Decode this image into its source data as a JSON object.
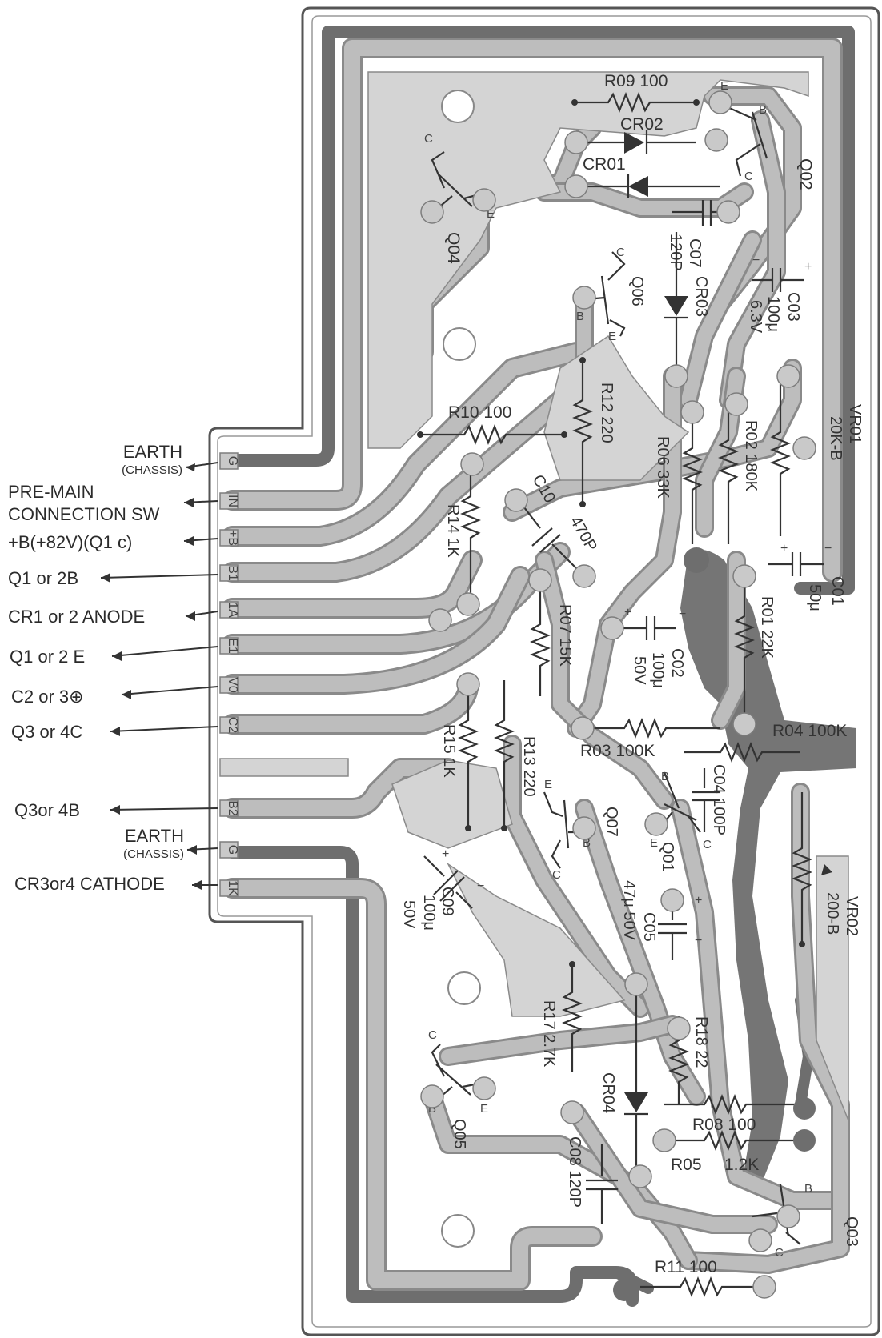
{
  "board": {
    "terminals": [
      {
        "pin": "G",
        "label": "EARTH",
        "sub": "(CHASSIS)"
      },
      {
        "pin": "IN",
        "label": "PRE-MAIN",
        "label2": "CONNECTION SW"
      },
      {
        "pin": "+B",
        "label": "+B(+82V)(Q1 c)"
      },
      {
        "pin": "B1",
        "label": "Q1 or 2B"
      },
      {
        "pin": "1A",
        "label": "CR1 or 2  ANODE"
      },
      {
        "pin": "E1",
        "label": "Q1 or 2 E"
      },
      {
        "pin": "V0",
        "label": "C2 or 3⊕"
      },
      {
        "pin": "C2",
        "label": "Q3 or 4C"
      },
      {
        "pin": "B2",
        "label": "Q3or 4B"
      },
      {
        "pin": "G",
        "label": "EARTH",
        "sub": "(CHASSIS)"
      },
      {
        "pin": "1K",
        "label": "CR3or4 CATHODE"
      }
    ]
  },
  "components": {
    "R09": "R09  100",
    "CR02": "CR02",
    "CR01": "CR01",
    "Q02": "Q02",
    "Q04": "Q04",
    "C07": "C07",
    "C07v": "120P",
    "CR03": "CR03",
    "Q06": "Q06",
    "C03": "C03",
    "C03v": "100μ",
    "C03v2": "6.3V",
    "R10": "R10  100",
    "R12": "R12  220",
    "R06": "R06  33K",
    "R02": "R02  180K",
    "VR01": "VR01",
    "VR01v": "20K-B",
    "R14": "R14  1K",
    "C10": "C10",
    "C10v": "470P",
    "C01": "C01",
    "C01v": "50μ",
    "R07": "R07  15K",
    "C02": "C02",
    "C02v": "100μ",
    "C02v2": "50V",
    "R01": "R01  22K",
    "R15": "R15  1K",
    "R13": "R13  220",
    "R03": "R03 100K",
    "R04": "R04 100K",
    "Q07": "Q07",
    "Q01": "Q01",
    "C04": "C04 100P",
    "C05": "C05",
    "C05v": "47μ  50V",
    "VR02": "VR02",
    "VR02v": "200-B",
    "C09": "C09",
    "C09v": "100μ",
    "C09v2": "50V",
    "R17": "R17 2.7K",
    "R18": "R18  22",
    "CR04": "CR04",
    "R08": "R08  100",
    "R05": "R05",
    "R05v": "1.2K",
    "Q05": "Q05",
    "C08": "C08  120P",
    "Q03": "Q03",
    "R11": "R11  100"
  },
  "pins": {
    "b": "B",
    "c": "C",
    "e": "E",
    "plus": "+",
    "minus": "−"
  }
}
